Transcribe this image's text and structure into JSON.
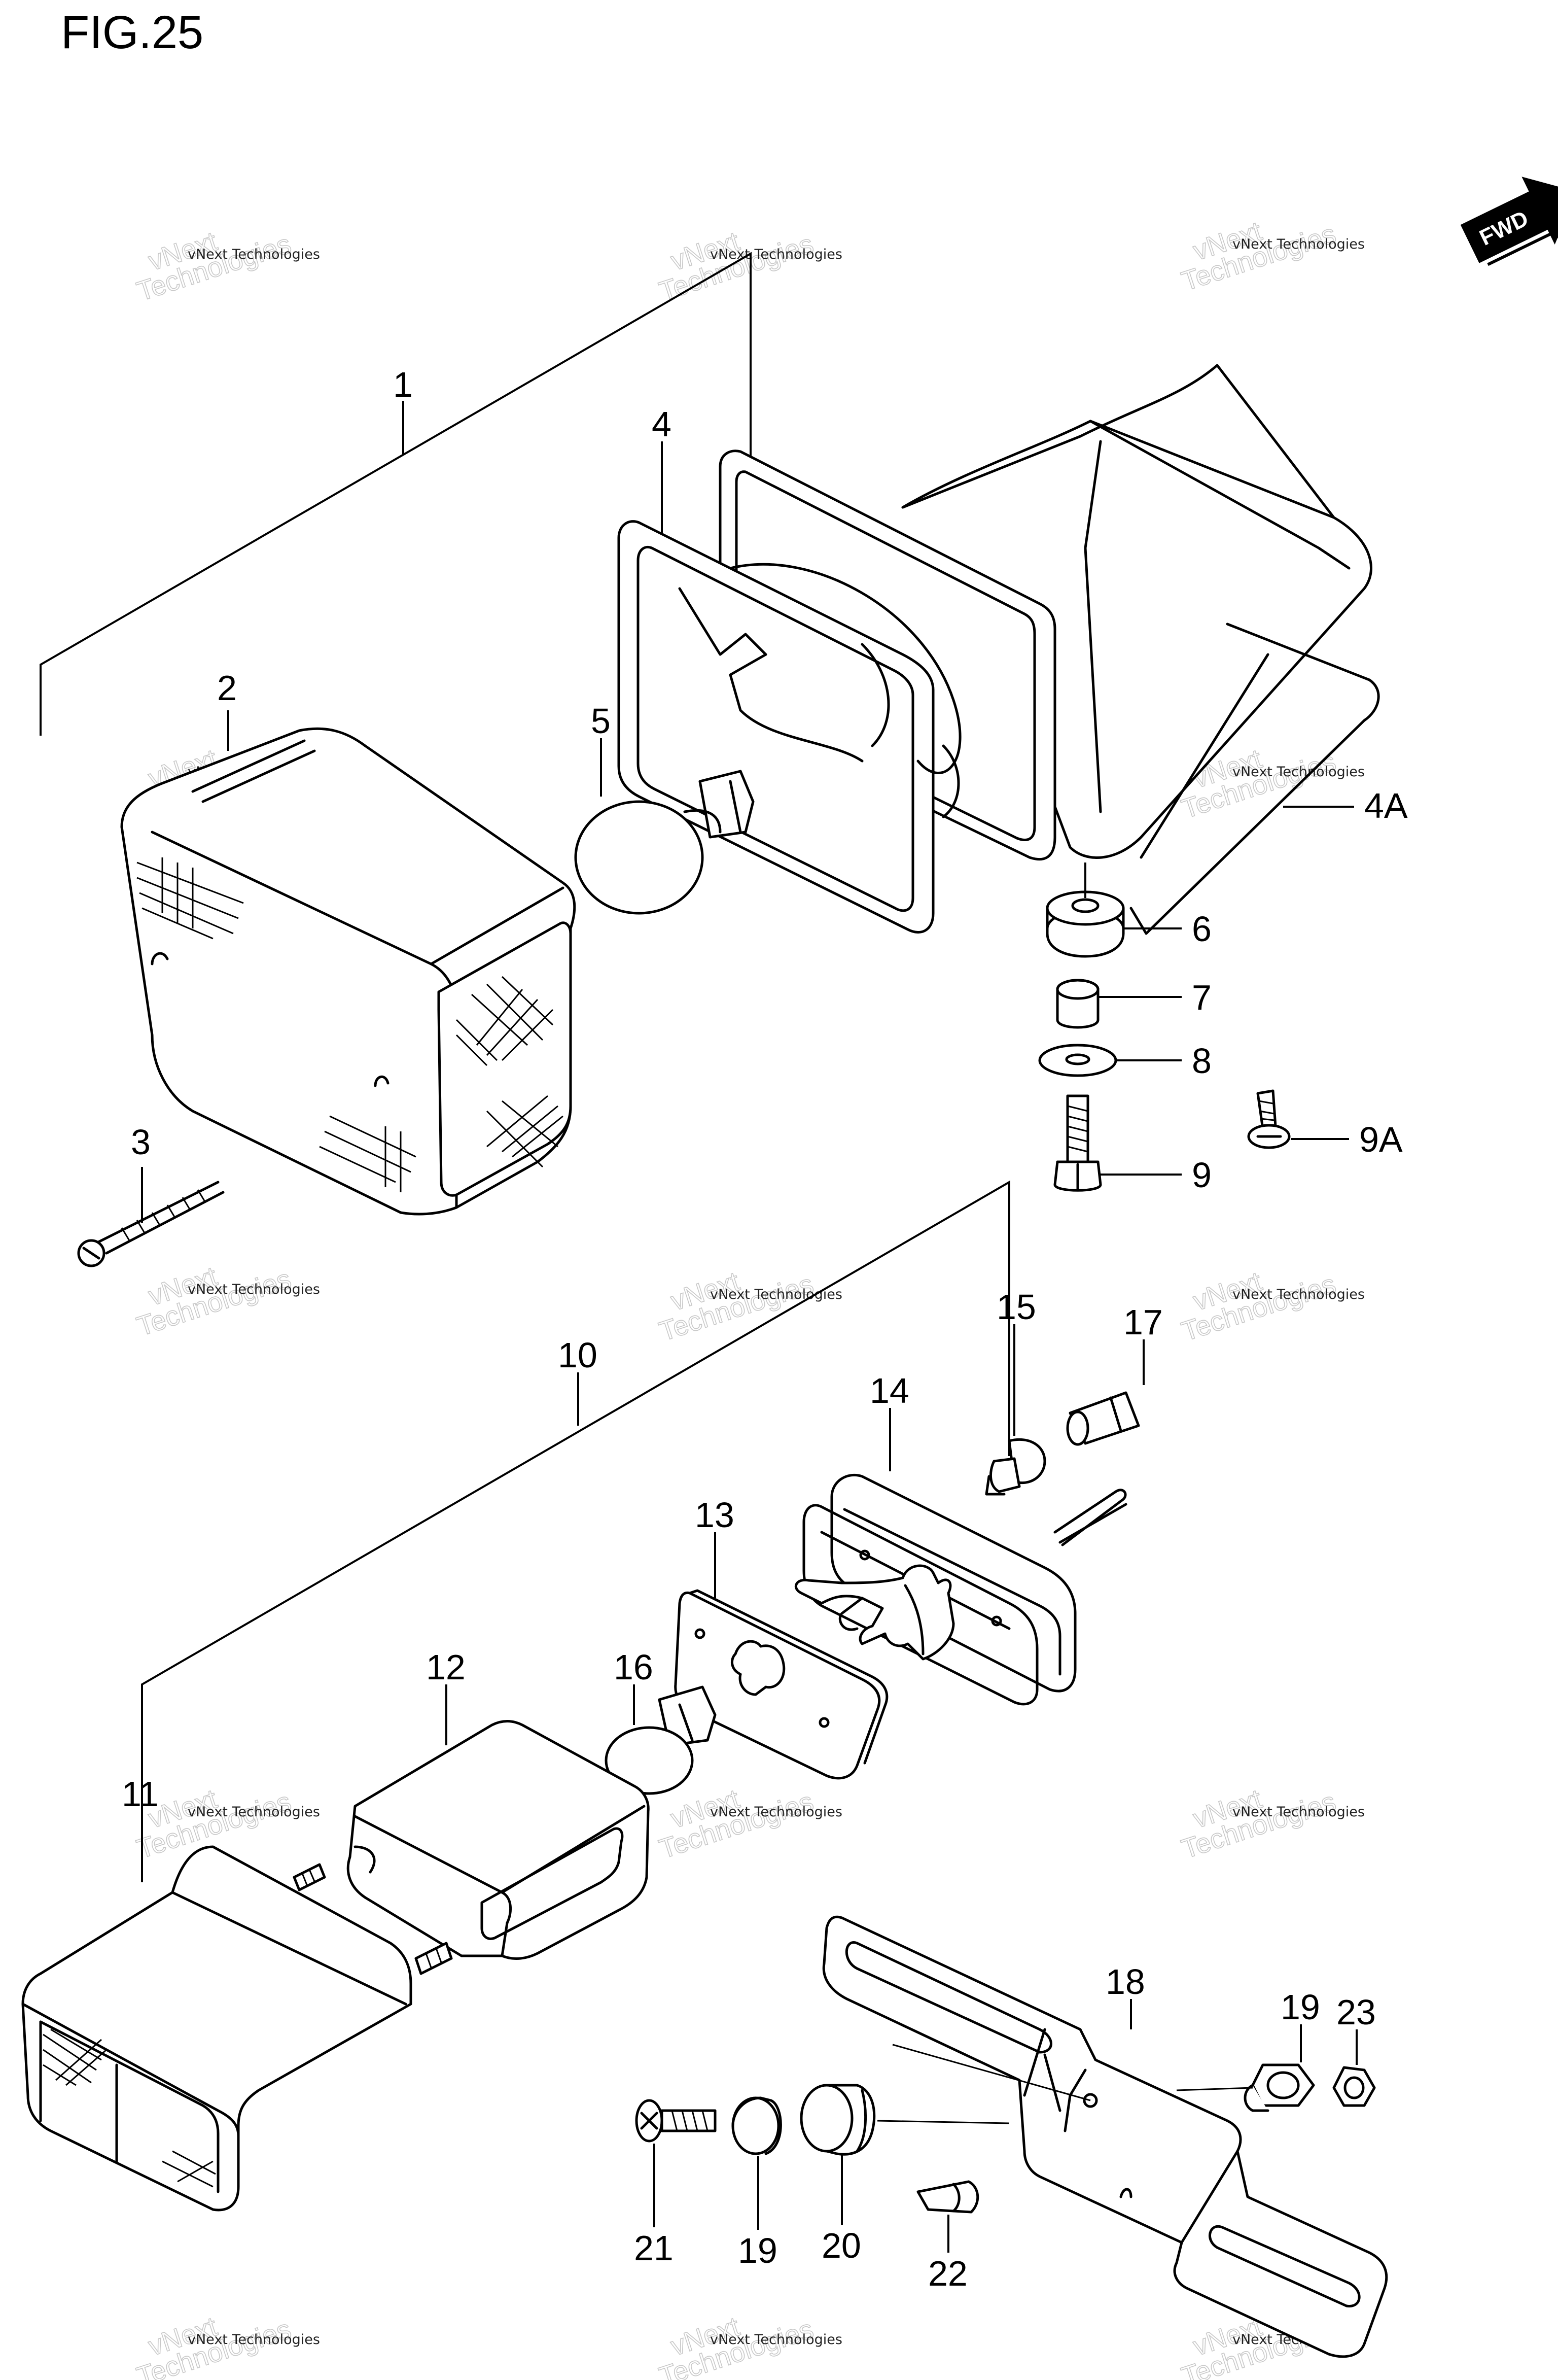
{
  "figure_title": "FIG.25",
  "direction_badge": "FWD",
  "watermark": {
    "line1": "vNext Technologies",
    "line2a": "vNext",
    "line2b": "Technologies"
  },
  "callouts": [
    {
      "id": "c1",
      "text": "1"
    },
    {
      "id": "c2",
      "text": "2"
    },
    {
      "id": "c3",
      "text": "3"
    },
    {
      "id": "c4",
      "text": "4"
    },
    {
      "id": "c4a",
      "text": "4A"
    },
    {
      "id": "c5",
      "text": "5"
    },
    {
      "id": "c6",
      "text": "6"
    },
    {
      "id": "c7",
      "text": "7"
    },
    {
      "id": "c8",
      "text": "8"
    },
    {
      "id": "c9",
      "text": "9"
    },
    {
      "id": "c9a",
      "text": "9A"
    },
    {
      "id": "c10",
      "text": "10"
    },
    {
      "id": "c11",
      "text": "11"
    },
    {
      "id": "c12",
      "text": "12"
    },
    {
      "id": "c13",
      "text": "13"
    },
    {
      "id": "c14",
      "text": "14"
    },
    {
      "id": "c15",
      "text": "15"
    },
    {
      "id": "c16",
      "text": "16"
    },
    {
      "id": "c17",
      "text": "17"
    },
    {
      "id": "c18",
      "text": "18"
    },
    {
      "id": "c19a",
      "text": "19"
    },
    {
      "id": "c19b",
      "text": "19"
    },
    {
      "id": "c20",
      "text": "20"
    },
    {
      "id": "c21",
      "text": "21"
    },
    {
      "id": "c22",
      "text": "22"
    },
    {
      "id": "c23",
      "text": "23"
    }
  ]
}
